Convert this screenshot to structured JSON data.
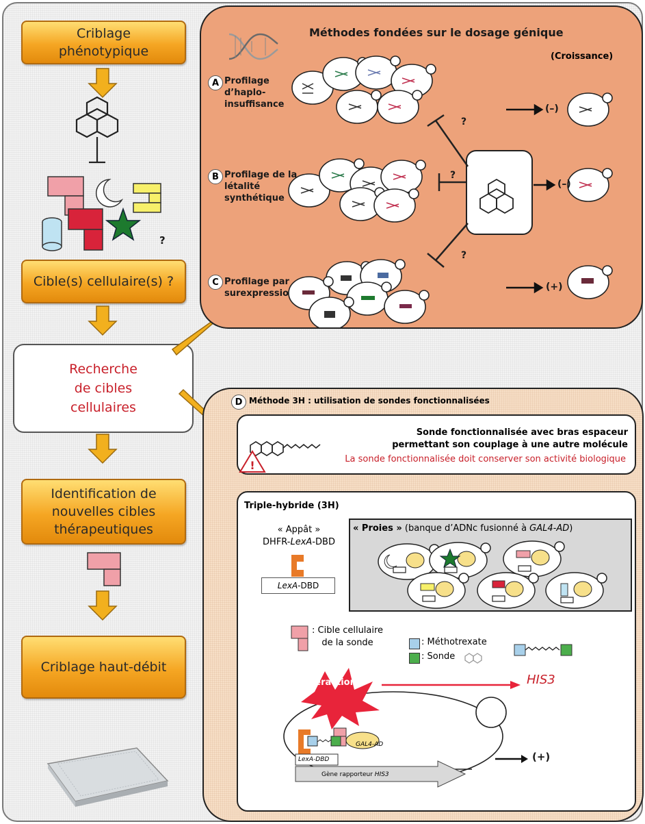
{
  "left_flow": {
    "box1": "Criblage\nphénotypique",
    "question_mark": "?",
    "box2": "Cible(s) cellulaire(s) ?",
    "box3": "Recherche\nde cibles\ncellulaires",
    "box4": "Identification de\nnouvelles cibles\nthérapeutiques",
    "box5": "Criblage haut-débit"
  },
  "top_panel": {
    "title": "Méthodes fondées sur le dosage génique",
    "growth_label": "(Croissance)",
    "methods": [
      {
        "letter": "A",
        "label": "Profilage\nd’haplo-\ninsuffisance",
        "result": "(–)"
      },
      {
        "letter": "B",
        "label": "Profilage de la\nlétalité\nsynthétique",
        "result": "(–)"
      },
      {
        "letter": "C",
        "label": "Profilage par\nsurexpression",
        "result": "(+)"
      }
    ],
    "question_marks": [
      "?",
      "?",
      "?"
    ]
  },
  "bottom_panel": {
    "letter": "D",
    "title": "Méthode 3H : utilisation de sondes fonctionnalisées",
    "probe_desc_line1": "Sonde fonctionnalisée avec bras espaceur",
    "probe_desc_line2": "permettant son couplage à une autre molécule",
    "warning_text": "La sonde fonctionnalisée doit conserver son activité biologique",
    "triple_title": "Triple-hybride (3H)",
    "bait_line1": "« Appât »",
    "bait_line2_a": "DHFR-",
    "bait_line2_b": "LexA",
    "bait_line2_c": "-DBD",
    "lexa_box_a": "LexA",
    "lexa_box_b": "-DBD",
    "prey_bold": "« Proies »",
    "prey_rest": " (banque d’ADNc fusionné à ",
    "prey_italic": "GAL4-AD",
    "prey_end": ")",
    "legend_target": ": Cible cellulaire\nde la sonde",
    "legend_mtx": ": Méthotrexate",
    "legend_probe": ": Sonde",
    "interaction": "Interaction",
    "his3": "HIS3",
    "gal4": "GAL4-AD",
    "lexa_dbd": "LexA-DBD",
    "reporter_a": "Gène rapporteur ",
    "reporter_b": "HIS3",
    "result": "(+)"
  },
  "colors": {
    "orange_box": "#f5a623",
    "panel_salmon": "#eda27a",
    "panel_light": "#f7dfc7",
    "red_text": "#c8202a",
    "arrow_yellow": "#f2b01e"
  }
}
